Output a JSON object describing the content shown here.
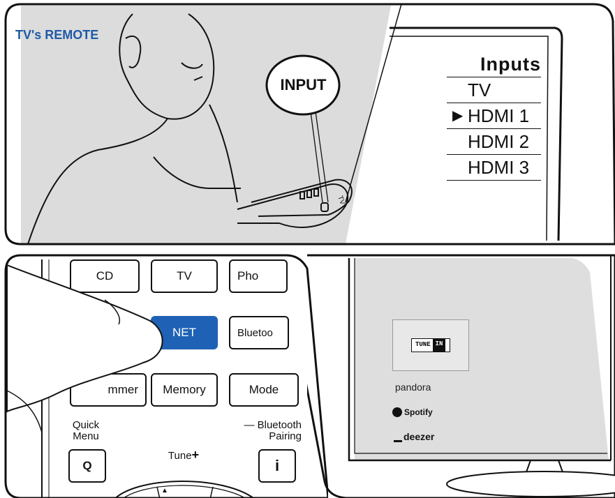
{
  "top_panel": {
    "remote_label": "TV's REMOTE",
    "input_button": "INPUT",
    "remote_tv_mark": "TV",
    "inputs_menu": {
      "title": "Inputs",
      "items": [
        {
          "label": "TV",
          "selected": false
        },
        {
          "label": "HDMI 1",
          "selected": true
        },
        {
          "label": "HDMI 2",
          "selected": false
        },
        {
          "label": "HDMI 3",
          "selected": false
        }
      ],
      "selector_glyph": "▶"
    }
  },
  "remote_panel": {
    "keys": {
      "cd": "CD",
      "tv": "TV",
      "phono": "Pho",
      "net": "NET",
      "bluetooth": "Bluetoo",
      "dimmer": "mmer",
      "memory": "Memory",
      "mode": "Mode"
    },
    "quick_menu_label": "Quick\nMenu",
    "quick_menu_key": "Q",
    "tune_label": "Tune",
    "tune_plus": "+",
    "tune_arrow": "▲",
    "bt_pairing_label": "— Bluetooth\nPairing",
    "info_key": "i",
    "accent_color": "#1f62b5"
  },
  "tv_panel": {
    "tunein_left": "TUNE",
    "tunein_right": "IN",
    "services": [
      "pandora",
      "Spotify",
      "deezer"
    ]
  }
}
